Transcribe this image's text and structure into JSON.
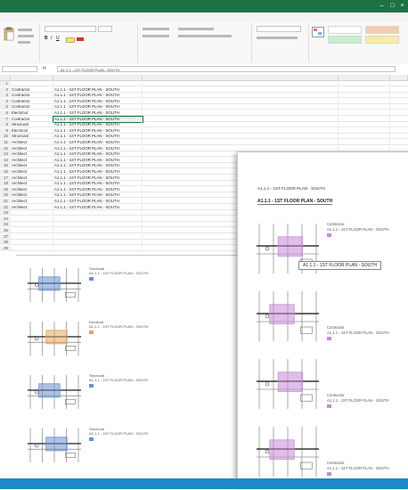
{
  "excel": {
    "title": "",
    "user": "",
    "menu": [
      "",
      "",
      "",
      "",
      "",
      "",
      "",
      "",
      "",
      "",
      ""
    ],
    "ribbon": {
      "clipboard_label": "",
      "font_name": "",
      "font_size": "",
      "font_label": "",
      "align_label": "",
      "number_format": "",
      "number_label": "",
      "styles": [
        {
          "label": "",
          "bg": "#ffffff"
        },
        {
          "label": "",
          "bg": "#f8cbad"
        },
        {
          "label": "",
          "bg": "#c6efce"
        },
        {
          "label": "",
          "bg": "#ffeb9c"
        }
      ]
    },
    "name_box": "",
    "formula": "A1.1.1 - 1ST FLOOR PLAN - SOUTH",
    "columns": [
      "",
      "",
      "",
      "",
      ""
    ],
    "rows": [
      {
        "n": "1",
        "c1": "",
        "c2": "",
        "c3": "",
        "c4": ""
      },
      {
        "n": "2",
        "c1": "Contractor",
        "c2": "A1.1.1 - 1ST FLOOR PLAN - SOUTH",
        "c3": "",
        "c4": ""
      },
      {
        "n": "3",
        "c1": "Contractor",
        "c2": "A1.1.1 - 1ST FLOOR PLAN - SOUTH",
        "c3": "",
        "c4": ""
      },
      {
        "n": "4",
        "c1": "Contractor",
        "c2": "A1.1.1 - 1ST FLOOR PLAN - SOUTH",
        "c3": "",
        "c4": ""
      },
      {
        "n": "5",
        "c1": "Contractor",
        "c2": "A1.1.1 - 1ST FLOOR PLAN - SOUTH",
        "c3": "",
        "c4": ""
      },
      {
        "n": "6",
        "c1": "Electrical",
        "c2": "A1.1.1 - 1ST FLOOR PLAN - SOUTH",
        "c3": "",
        "c4": ""
      },
      {
        "n": "7",
        "c1": "Contractor",
        "c2": "A1.1.1 - 1ST FLOOR PLAN - SOUTH",
        "c3": "",
        "c4": ""
      },
      {
        "n": "8",
        "c1": "Structural",
        "c2": "A1.1.1 - 1ST FLOOR PLAN - SOUTH",
        "c3": "",
        "c4": ""
      },
      {
        "n": "9",
        "c1": "Electrical",
        "c2": "A1.1.1 - 1ST FLOOR PLAN - SOUTH",
        "c3": "",
        "c4": ""
      },
      {
        "n": "10",
        "c1": "Structural",
        "c2": "A1.1.1 - 1ST FLOOR PLAN - SOUTH",
        "c3": "",
        "c4": ""
      },
      {
        "n": "11",
        "c1": "Architect",
        "c2": "A1.1.1 - 1ST FLOOR PLAN - SOUTH",
        "c3": "",
        "c4": ""
      },
      {
        "n": "12",
        "c1": "Architect",
        "c2": "A1.1.1 - 1ST FLOOR PLAN - SOUTH",
        "c3": "",
        "c4": ""
      },
      {
        "n": "13",
        "c1": "Architect",
        "c2": "A1.1.1 - 1ST FLOOR PLAN - SOUTH",
        "c3": "",
        "c4": ""
      },
      {
        "n": "14",
        "c1": "Architect",
        "c2": "A1.1.1 - 1ST FLOOR PLAN - SOUTH",
        "c3": "",
        "c4": ""
      },
      {
        "n": "15",
        "c1": "Architect",
        "c2": "A1.1.1 - 1ST FLOOR PLAN - SOUTH",
        "c3": "",
        "c4": ""
      },
      {
        "n": "16",
        "c1": "Architect",
        "c2": "A1.1.1 - 1ST FLOOR PLAN - SOUTH",
        "c3": "",
        "c4": ""
      },
      {
        "n": "17",
        "c1": "Architect",
        "c2": "A1.1.1 - 1ST FLOOR PLAN - SOUTH",
        "c3": "",
        "c4": ""
      },
      {
        "n": "18",
        "c1": "Architect",
        "c2": "A1.1.1 - 1ST FLOOR PLAN - SOUTH",
        "c3": "",
        "c4": ""
      },
      {
        "n": "19",
        "c1": "Architect",
        "c2": "A1.1.1 - 1ST FLOOR PLAN - SOUTH",
        "c3": "",
        "c4": ""
      },
      {
        "n": "20",
        "c1": "Architect",
        "c2": "A1.1.1 - 1ST FLOOR PLAN - SOUTH",
        "c3": "",
        "c4": ""
      },
      {
        "n": "21",
        "c1": "Architect",
        "c2": "A1.1.1 - 1ST FLOOR PLAN - SOUTH",
        "c3": "",
        "c4": ""
      },
      {
        "n": "22",
        "c1": "Architect",
        "c2": "A1.1.1 - 1ST FLOOR PLAN - SOUTH",
        "c3": "",
        "c4": ""
      },
      {
        "n": "23",
        "c1": "",
        "c2": "",
        "c3": "",
        "c4": ""
      },
      {
        "n": "24",
        "c1": "",
        "c2": "",
        "c3": "",
        "c4": ""
      },
      {
        "n": "25",
        "c1": "",
        "c2": "",
        "c3": "",
        "c4": ""
      },
      {
        "n": "26",
        "c1": "",
        "c2": "",
        "c3": "",
        "c4": ""
      },
      {
        "n": "27",
        "c1": "",
        "c2": "",
        "c3": "",
        "c4": ""
      },
      {
        "n": "28",
        "c1": "",
        "c2": "",
        "c3": "",
        "c4": ""
      },
      {
        "n": "29",
        "c1": "",
        "c2": "",
        "c3": "",
        "c4": ""
      }
    ]
  },
  "left_page": {
    "entries": [
      {
        "author": "Structural",
        "sheet": "A1.1.1 - 1ST FLOOR PLAN - SOUTH",
        "date": "",
        "status": "",
        "note": "",
        "color": "#6a8fd0"
      },
      {
        "author": "Electrical",
        "sheet": "A1.1.1 - 1ST FLOOR PLAN - SOUTH",
        "date": "",
        "status": "",
        "note": "",
        "color": "#e2a75c"
      },
      {
        "author": "Structural",
        "sheet": "A1.1.1 - 1ST FLOOR PLAN - SOUTH",
        "date": "",
        "status": "",
        "note": "",
        "color": "#6a8fd0"
      },
      {
        "author": "Structural",
        "sheet": "A1.1.1 - 1ST FLOOR PLAN - SOUTH",
        "date": "",
        "status": "",
        "note": "",
        "color": "#6a8fd0"
      }
    ]
  },
  "right_page": {
    "title": "A1.1.1 - 1ST FLOOR PLAN - SOUTH",
    "subtitle": "A1.1.1 - 1ST FLOOR PLAN - SOUTH",
    "tooltip": "A1.1.1 - 1ST FLOOR PLAN - SOUTH",
    "entries": [
      {
        "author": "Contractor",
        "sheet": "A1.1.1 - 1ST FLOOR PLAN - SOUTH",
        "user": "",
        "date": "",
        "status": "",
        "color": "#c58bd9"
      },
      {
        "author": "Contractor",
        "sheet": "A1.1.1 - 1ST FLOOR PLAN - SOUTH",
        "user": "",
        "date": "",
        "status": "",
        "color": "#c58bd9"
      },
      {
        "author": "Contractor",
        "sheet": "A1.1.1 - 1ST FLOOR PLAN - SOUTH",
        "user": "",
        "date": "",
        "status": "",
        "color": "#c58bd9"
      },
      {
        "author": "Contractor",
        "sheet": "A1.1.1 - 1ST FLOOR PLAN - SOUTH",
        "user": "",
        "date": "",
        "status": "",
        "color": "#c58bd9"
      }
    ]
  },
  "colors": {
    "excel_green": "#1e7145",
    "band_blue": "#1f88c6",
    "markup_purple": "#c58bd9",
    "markup_blue": "#6a8fd0",
    "markup_orange": "#e2a75c"
  }
}
